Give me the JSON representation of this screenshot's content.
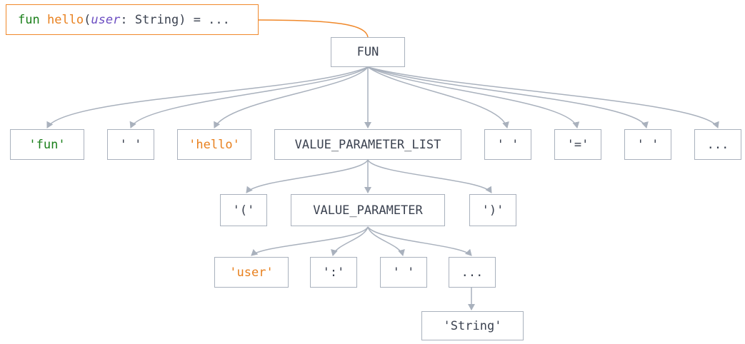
{
  "code": {
    "keyword": "fun",
    "space": " ",
    "name": "hello",
    "open": "(",
    "param": "user",
    "rest": ": String) = ..."
  },
  "nodes": {
    "fun": "FUN",
    "fun_kw": "'fun'",
    "ws1": "' '",
    "hello": "'hello'",
    "vpl": "VALUE_PARAMETER_LIST",
    "ws2": "' '",
    "eq": "'='",
    "ws3": "' '",
    "more1": "...",
    "lparen": "'('",
    "vp": "VALUE_PARAMETER",
    "rparen": "')'",
    "user": "'user'",
    "colon": "':'",
    "ws4": "' '",
    "more2": "...",
    "string": "'String'"
  },
  "colors": {
    "edge": "#a9b1bd",
    "highlight": "#f0882a",
    "keyword": "#1a7f1a",
    "identifier": "#e8801e",
    "parameter": "#6c4ec2"
  }
}
